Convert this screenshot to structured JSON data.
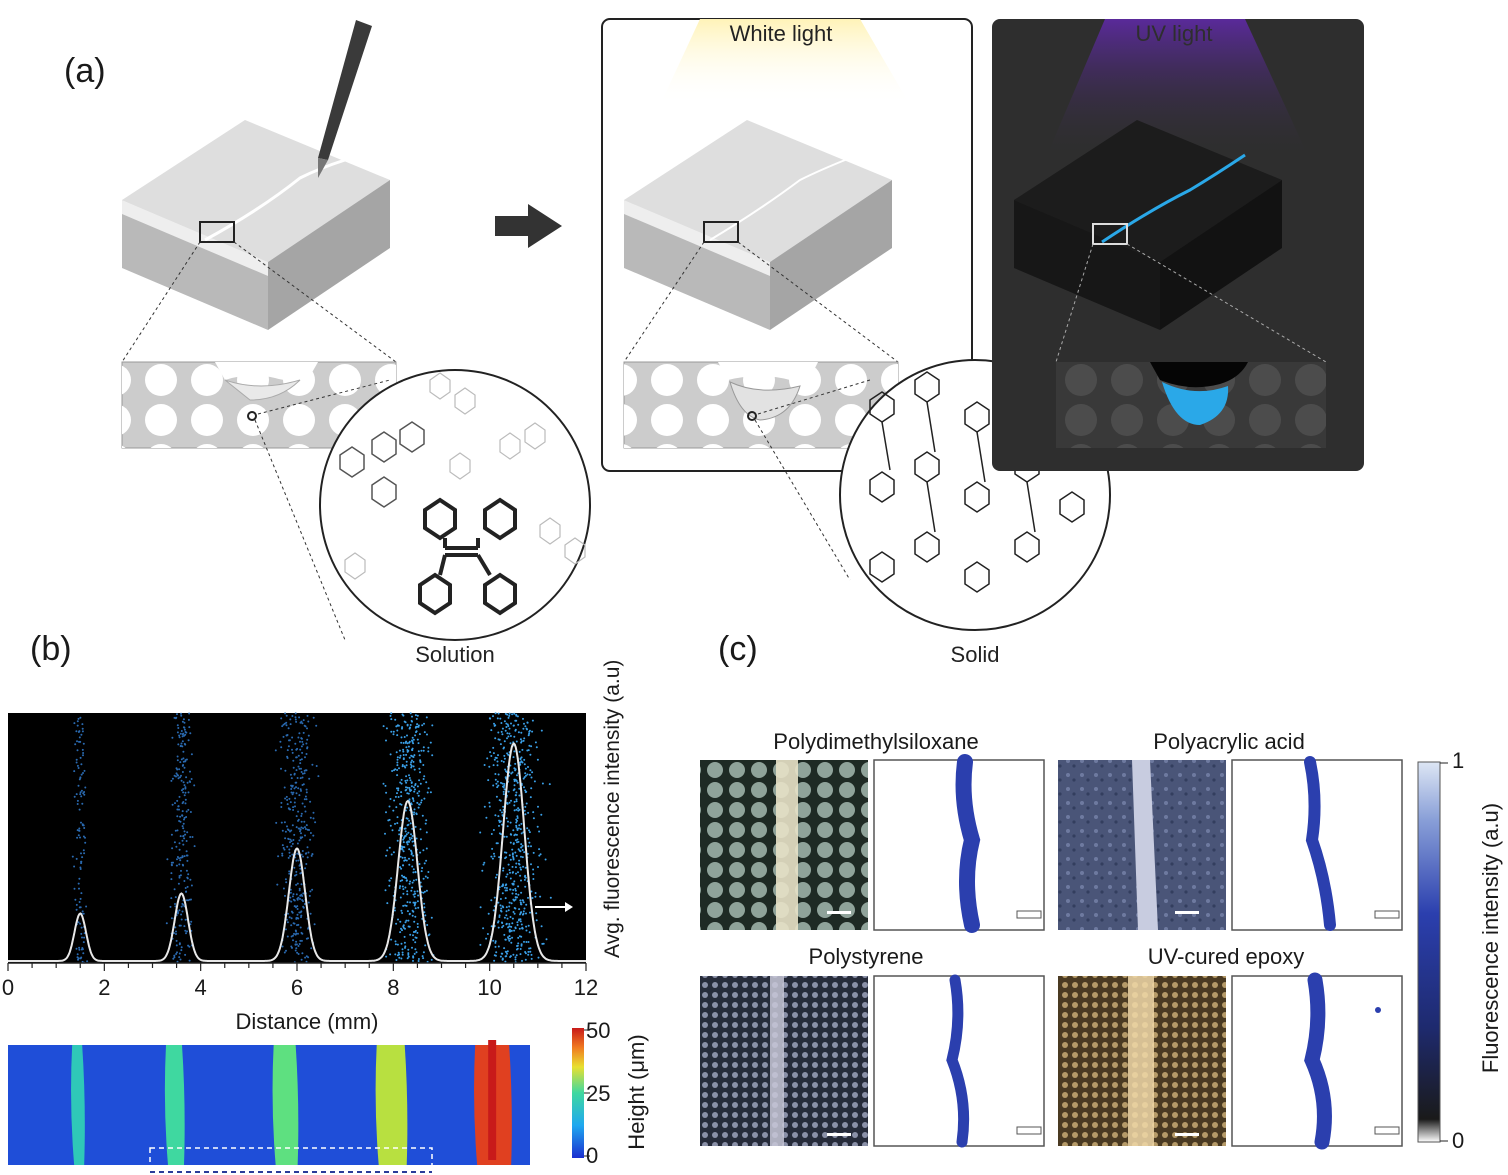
{
  "panel_labels": {
    "a": "(a)",
    "b": "(b)",
    "c": "(c)"
  },
  "panel_a": {
    "white_light_label": "White light",
    "uv_light_label": "UV light",
    "solution_label": "Solution",
    "solid_label": "Solid"
  },
  "panel_b": {
    "xlabel": "Distance (mm)",
    "ylabel": "Avg. fluorescence intensity (a.u)",
    "height_label": "Height (μm)",
    "x_ticks": [
      "0",
      "2",
      "4",
      "6",
      "8",
      "10",
      "12"
    ],
    "height_ticks": [
      "50",
      "25",
      "0"
    ]
  },
  "panel_c": {
    "materials": [
      "Polydimethylsiloxane",
      "Polyacrylic acid",
      "Polystyrene",
      "UV-cured epoxy"
    ],
    "colorbar_label": "Fluorescence intensity (a.u)",
    "colorbar_ticks": [
      "1",
      "0"
    ]
  },
  "colors": {
    "uv_glow": "#5a2a9a",
    "crack_cyan": "#2aa8e8",
    "intensity_blue": "#2b3fae",
    "dark_panel": "#2e2e2e"
  },
  "chart_data": [
    {
      "type": "line",
      "x": [
        1.5,
        3.6,
        6.0,
        8.3,
        10.5
      ],
      "series": [
        {
          "values": [
            0.19,
            0.27,
            0.45,
            0.64,
            0.87
          ]
        }
      ],
      "xlabel": "Distance (mm)",
      "ylabel": "Avg. fluorescence intensity (a.u)",
      "xlim": [
        0,
        12
      ]
    }
  ]
}
